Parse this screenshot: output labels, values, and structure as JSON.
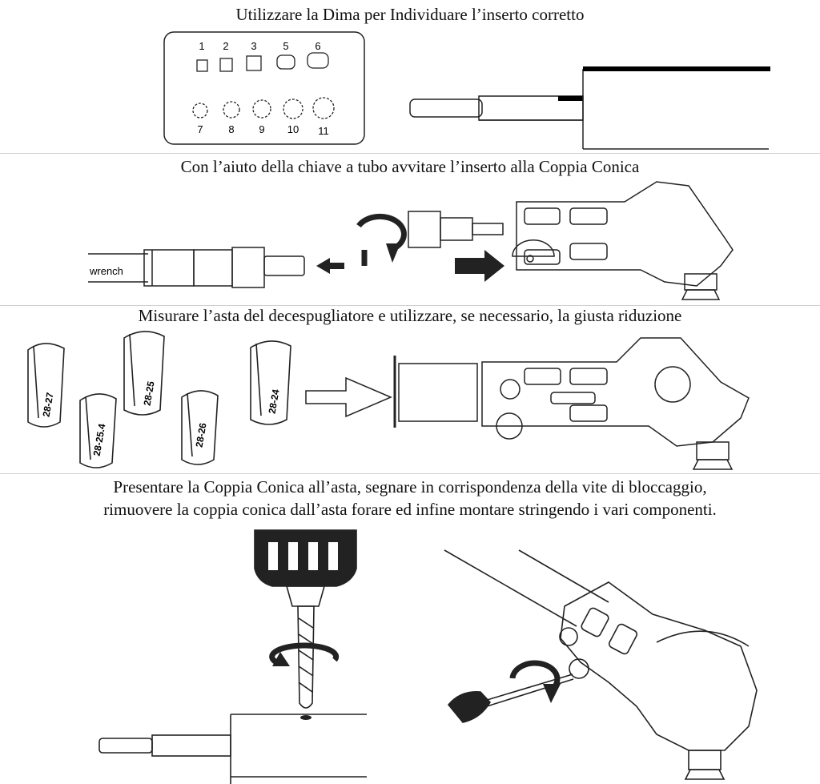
{
  "steps": [
    {
      "caption": "Utilizzare la Dima per Individuare l’inserto corretto"
    },
    {
      "caption": "Con l’aiuto della chiave a tubo avvitare l’inserto alla Coppia Conica"
    },
    {
      "caption": "Misurare l’asta del decespugliatore e utilizzare, se necessario, la giusta riduzione"
    },
    {
      "caption_line1": "Presentare la Coppia Conica all’asta, segnare in corrispondenza della vite di bloccaggio,",
      "caption_line2": "rimuovere la coppia conica dall’asta forare ed infine montare stringendo i vari componenti."
    }
  ],
  "template": {
    "insert_numbers": [
      "1",
      "2",
      "3",
      "5",
      "6",
      "7",
      "8",
      "9",
      "10",
      "11"
    ]
  },
  "wrench_label": "wrench",
  "reductions": [
    "28-27",
    "28-25",
    "28-24",
    "28-25.4",
    "28-26"
  ],
  "colors": {
    "line": "#111111",
    "background": "#ffffff"
  }
}
